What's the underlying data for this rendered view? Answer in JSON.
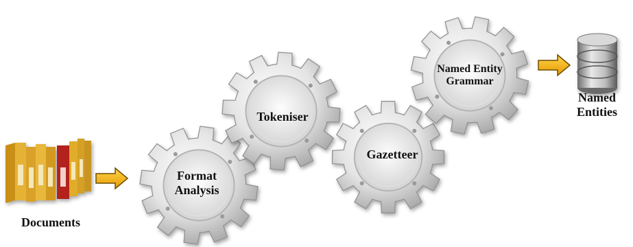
{
  "diagram": {
    "input_label": "Documents",
    "output_label_line1": "Named",
    "output_label_line2": "Entities",
    "stages": [
      {
        "line1": "Format",
        "line2": "Analysis"
      },
      {
        "line1": "Tokeniser",
        "line2": ""
      },
      {
        "line1": "Gazetteer",
        "line2": ""
      },
      {
        "line1": "Named Entity",
        "line2": "Grammar"
      }
    ]
  },
  "colors": {
    "arrow_fill": "#f4b400",
    "arrow_stroke": "#6b4e00",
    "gear_light": "#f2f2f2",
    "gear_mid": "#d4d4d4",
    "gear_dark": "#9a9a9a",
    "binder_yellow": "#e0ac2a",
    "binder_red": "#b3201e"
  },
  "icons": {
    "input": "documents-binders-icon",
    "output": "database-icon",
    "arrow": "right-arrow-icon",
    "stage": "gear-icon"
  }
}
